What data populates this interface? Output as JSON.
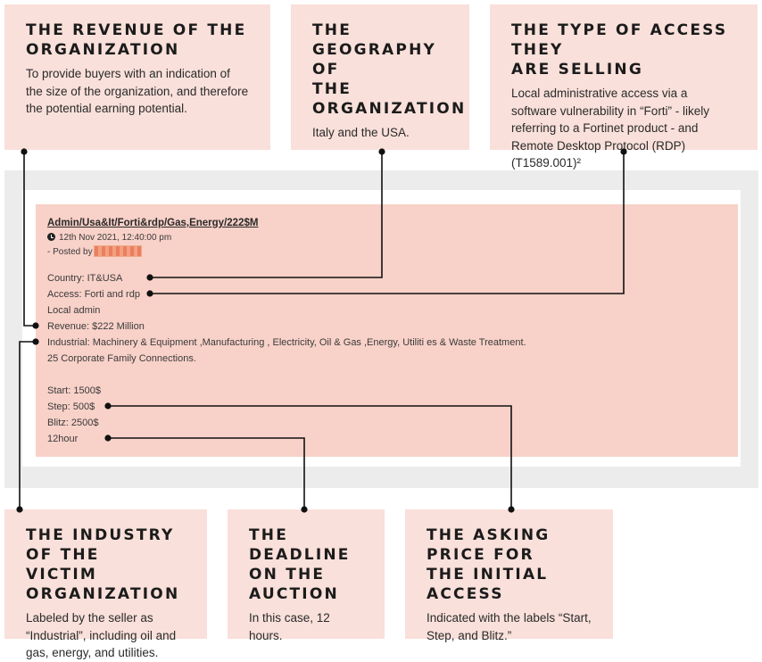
{
  "callouts": {
    "revenue": {
      "title": "THE REVENUE OF THE\nORGANIZATION",
      "body": "To provide buyers with an indication of the size of the organization, and therefore the potential earning potential."
    },
    "geography": {
      "title": "THE GEOGRAPHY OF\nTHE ORGANIZATION",
      "body": "Italy and the USA."
    },
    "access": {
      "title": "THE TYPE OF ACCESS THEY\nARE SELLING",
      "body": "Local administrative access via a software vulnerability in “Forti” - likely referring to a Fortinet product - and Remote Desktop Protocol (RDP) (T1589.001)²"
    },
    "industry": {
      "title": "THE INDUSTRY OF THE\nVICTIM ORGANIZATION",
      "body": "Labeled by the seller as “Industrial”, including oil and gas, energy, and utilities."
    },
    "deadline": {
      "title": "THE DEADLINE\nON THE AUCTION",
      "body": "In this case, 12 hours."
    },
    "price": {
      "title": "THE ASKING PRICE FOR\nTHE INITIAL ACCESS",
      "body": "Indicated with the labels “Start, Step, and Blitz.”"
    }
  },
  "post": {
    "title": "Admin/Usa&It/Forti&rdp/Gas,Energy/222$M",
    "date": "12th Nov 2021, 12:40:00 pm",
    "posted_by": "- Posted by",
    "country": "Country: IT&USA",
    "access": "Access: Forti and rdp",
    "local_admin": "Local admin",
    "revenue": "Revenue: $222 Million",
    "industrial": "Industrial: Machinery & Equipment ,Manufacturing , Electricity, Oil & Gas ,Energy, Utiliti es & Waste Treatment.",
    "connections": "25 Corporate Family Connections.",
    "start": "Start: 1500$",
    "step": "Step: 500$",
    "blitz": "Blitz: 2500$",
    "duration": "12hour"
  },
  "colors": {
    "callout_bg": "#f9e0da",
    "post_bg": "#f8d1c8",
    "frame_bg": "#ececec",
    "connector": "#111111"
  }
}
